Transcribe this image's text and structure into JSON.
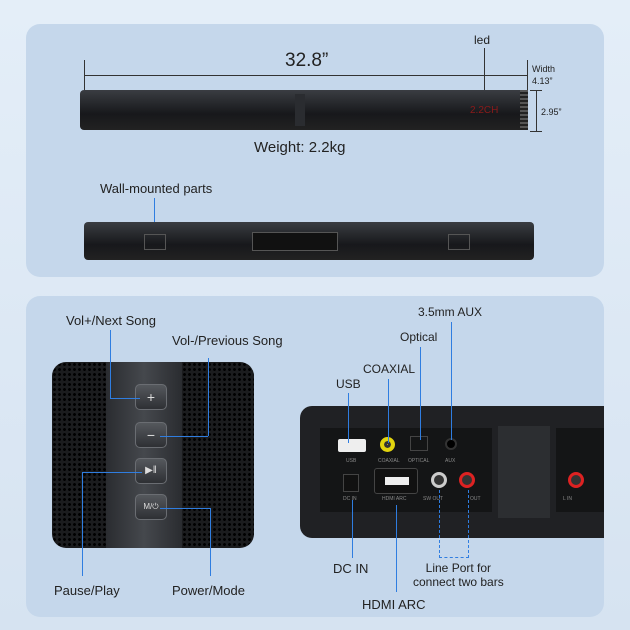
{
  "dimensions": {
    "length": "32.8”",
    "width_label": "Width",
    "width": "4.13”",
    "height": "2.95”",
    "weight": "Weight: 2.2kg"
  },
  "labels": {
    "led": "led",
    "led_display": "2.2CH",
    "wall_mounted": "Wall-mounted parts"
  },
  "buttons": {
    "vol_up_label": "Vol+/Next Song",
    "vol_down_label": "Vol-/Previous Song",
    "pause_play_label": "Pause/Play",
    "power_mode_label": "Power/Mode",
    "plus": "+",
    "minus": "−",
    "play": "▶‖",
    "mode": "M/⏻"
  },
  "ports": {
    "aux_callout": "3.5mm AUX",
    "optical_callout": "Optical",
    "coaxial_callout": "COAXIAL",
    "usb_callout": "USB",
    "dc_callout": "DC IN",
    "hdmi_callout": "HDMI ARC",
    "line_callout": "Line Port for\nconnect two bars",
    "silk": {
      "usb": "USB",
      "coaxial": "COAXIAL",
      "optical": "OPTICAL",
      "aux": "AUX",
      "dc": "DC IN",
      "hdmi": "HDMI ARC",
      "sw_out": "SW OUT",
      "out": "OUT",
      "l_in": "L IN"
    }
  }
}
